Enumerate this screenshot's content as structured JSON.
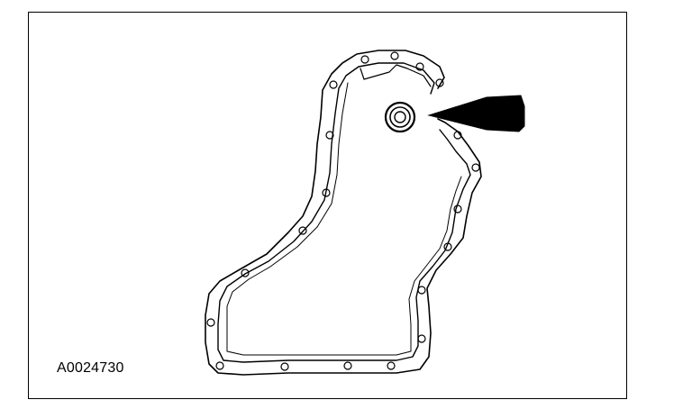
{
  "figure": {
    "id_label": "A0024730",
    "subject": "oil-pan-gasket-outline",
    "callout": "arrow-pointing-to-drain-plug"
  },
  "colors": {
    "line": "#000000",
    "background": "#ffffff"
  }
}
